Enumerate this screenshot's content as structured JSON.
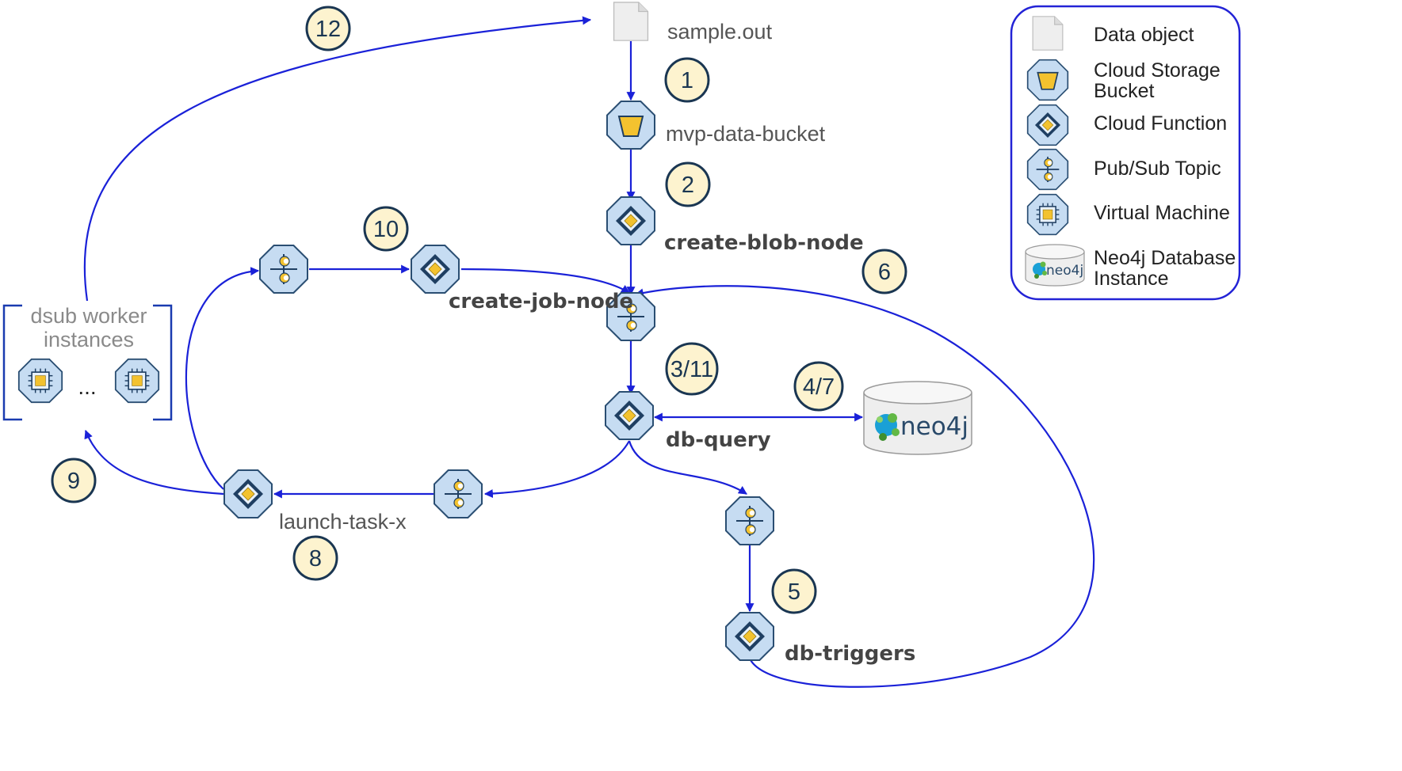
{
  "nodes": {
    "sample_out": "sample.out",
    "mvp_bucket": "mvp-data-bucket",
    "create_blob_node": "create-blob-node",
    "create_job_node": "create-job-node",
    "db_query": "db-query",
    "db_triggers": "db-triggers",
    "launch_task": "launch-task-x",
    "dsub_line1": "dsub worker",
    "dsub_line2": "instances",
    "ellipsis": "...",
    "neo4j_logo": "neo4j"
  },
  "steps": {
    "s1": "1",
    "s2": "2",
    "s3": "3/11",
    "s4": "4/7",
    "s5": "5",
    "s6": "6",
    "s8": "8",
    "s9": "9",
    "s10": "10",
    "s12": "12"
  },
  "legend": {
    "data_object": "Data object",
    "bucket_l1": "Cloud Storage",
    "bucket_l2": "Bucket",
    "function": "Cloud Function",
    "pubsub": "Pub/Sub Topic",
    "vm": "Virtual Machine",
    "neo4j_l1": "Neo4j Database",
    "neo4j_l2": "Instance",
    "neo4j_logo": "neo4j"
  },
  "icons": {
    "data_object": "document-icon",
    "bucket": "bucket-icon",
    "function": "cloud-function-icon",
    "pubsub": "pubsub-topic-icon",
    "vm": "virtual-machine-icon",
    "database": "neo4j-database-icon"
  },
  "colors": {
    "arrow": "#1a21d8",
    "icon_fill": "#c6dcf2",
    "icon_stroke": "#2a4e72",
    "accent_yellow": "#f3c22f",
    "step_fill": "#fdf3cf",
    "legend_border": "#2323d6"
  }
}
